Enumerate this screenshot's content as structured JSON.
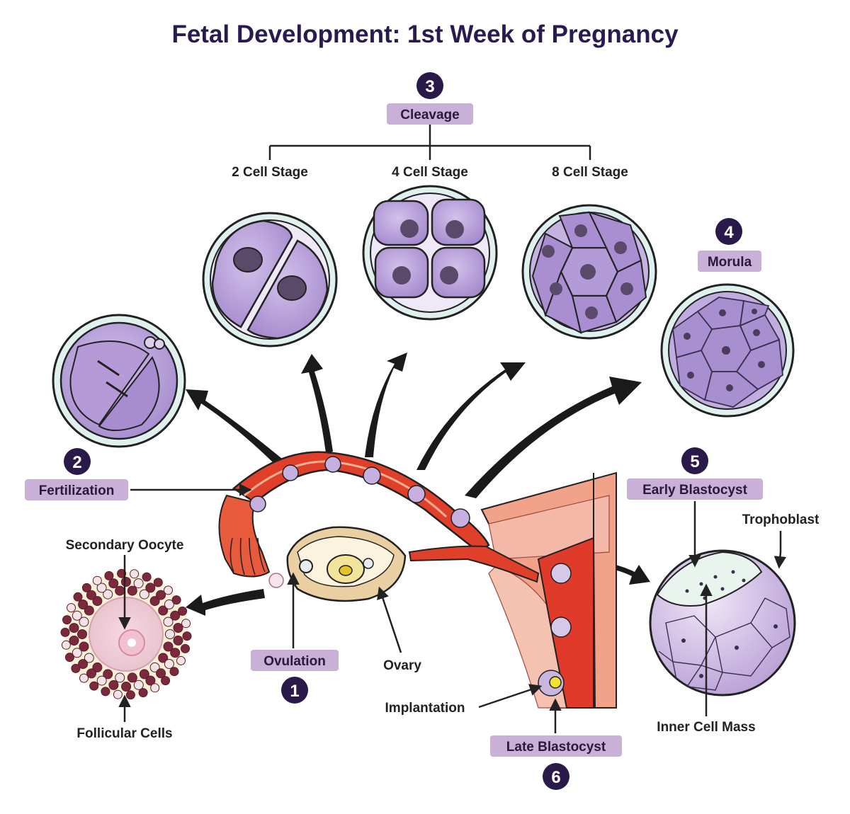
{
  "title": "Fetal Development: 1st Week of Pregnancy",
  "colors": {
    "title": "#2a1a52",
    "badge": "#2a1a4a",
    "tag_pill": "#c8b0d8",
    "cell_purple": "#b49ad6",
    "tube_red": "#e0402a",
    "uterus_pink": "#f09a7e"
  },
  "steps": {
    "ovulation": {
      "number": "1",
      "label": "Ovulation"
    },
    "fertilization": {
      "number": "2",
      "label": "Fertilization"
    },
    "cleavage": {
      "number": "3",
      "label": "Cleavage"
    },
    "morula": {
      "number": "4",
      "label": "Morula"
    },
    "early_blastocyst": {
      "number": "5",
      "label": "Early Blastocyst"
    },
    "late_blastocyst": {
      "number": "6",
      "label": "Late Blastocyst"
    }
  },
  "cleavage_stages": {
    "two": "2 Cell Stage",
    "four": "4 Cell Stage",
    "eight": "8 Cell Stage"
  },
  "labels": {
    "secondary_oocyte": "Secondary Oocyte",
    "follicular_cells": "Follicular Cells",
    "ovary": "Ovary",
    "implantation": "Implantation",
    "trophoblast": "Trophoblast",
    "inner_cell_mass": "Inner Cell Mass"
  }
}
